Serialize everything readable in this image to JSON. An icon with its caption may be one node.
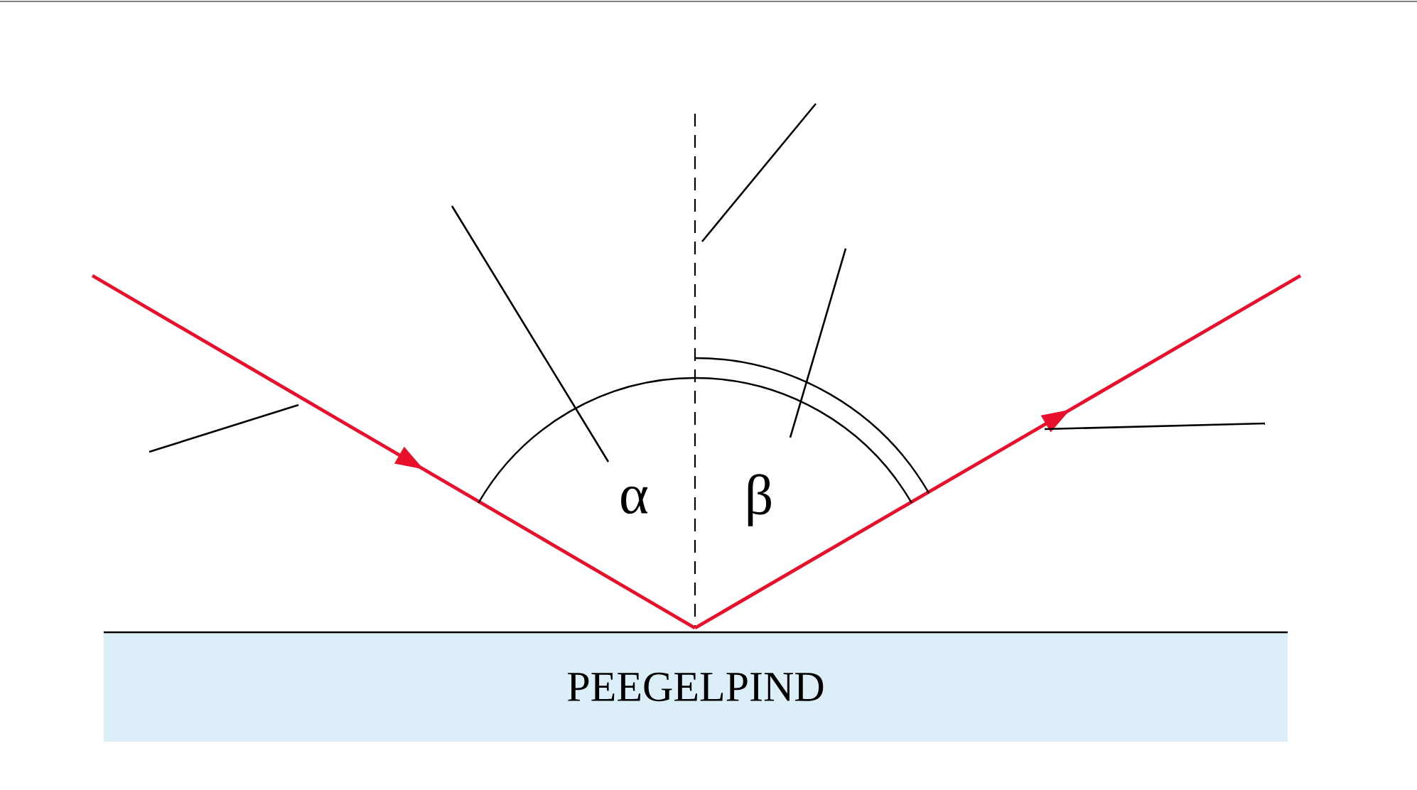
{
  "diagram": {
    "nodes": [
      {
        "text": [
          "PEEGELPIND"
        ]
      }
    ],
    "labels": [
      "α",
      "β"
    ]
  }
}
